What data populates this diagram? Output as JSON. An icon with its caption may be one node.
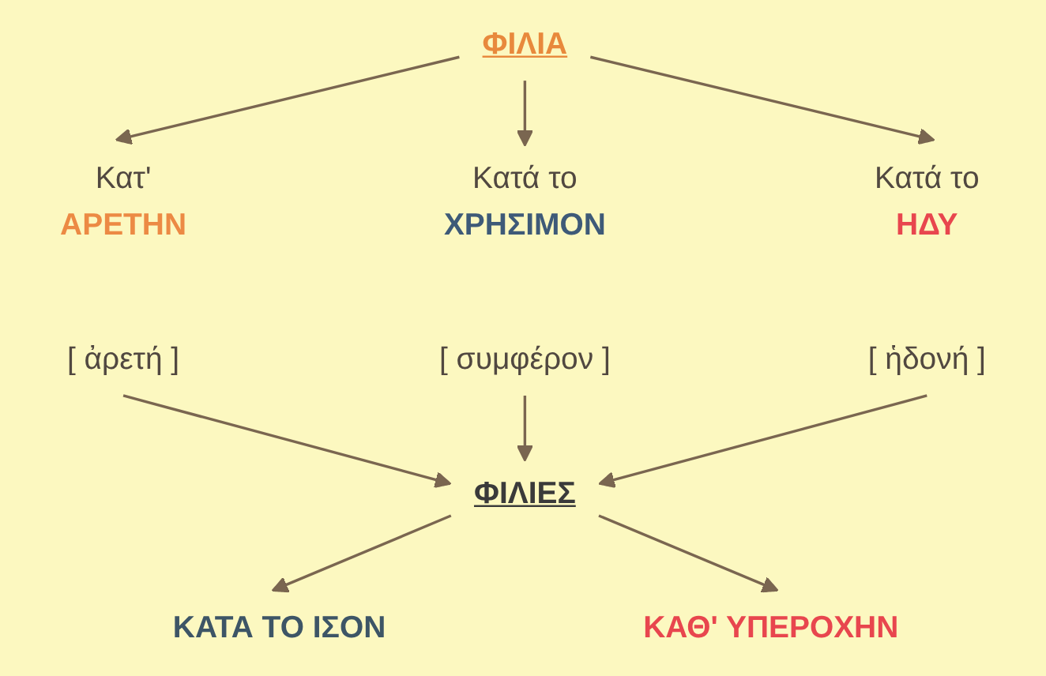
{
  "diagram": {
    "nodes": [
      {
        "text": [
          "ΦΙΛΙΑ"
        ]
      },
      {
        "text": [
          "Κατ'",
          "ΑΡΕΤΗΝ"
        ]
      },
      {
        "text": [
          "Κατά το",
          "ΧΡΗΣΙΜΟΝ"
        ]
      },
      {
        "text": [
          "Κατά το",
          "ΗΔΥ"
        ]
      },
      {
        "text": [
          "[ ἀρετή ]"
        ]
      },
      {
        "text": [
          "[ συμφέρον ]"
        ]
      },
      {
        "text": [
          "[ ἡδονή ]"
        ]
      },
      {
        "text": [
          "ΦΙΛΙΕΣ"
        ]
      },
      {
        "text": [
          "ΚΑΤΑ ΤΟ ΙΣΟΝ"
        ]
      },
      {
        "text": [
          "ΚΑΘ' ΥΠΕΡΟΧΗΝ"
        ]
      }
    ],
    "edges": [
      {
        "from": 0,
        "to": 1,
        "arrow": "to"
      },
      {
        "from": 0,
        "to": 2,
        "arrow": "to"
      },
      {
        "from": 0,
        "to": 3,
        "arrow": "to"
      },
      {
        "from": 4,
        "to": 7,
        "arrow": "to"
      },
      {
        "from": 5,
        "to": 7,
        "arrow": "to"
      },
      {
        "from": 6,
        "to": 7,
        "arrow": "to"
      },
      {
        "from": 7,
        "to": 8,
        "arrow": "to"
      },
      {
        "from": 7,
        "to": 9,
        "arrow": "to"
      }
    ]
  }
}
